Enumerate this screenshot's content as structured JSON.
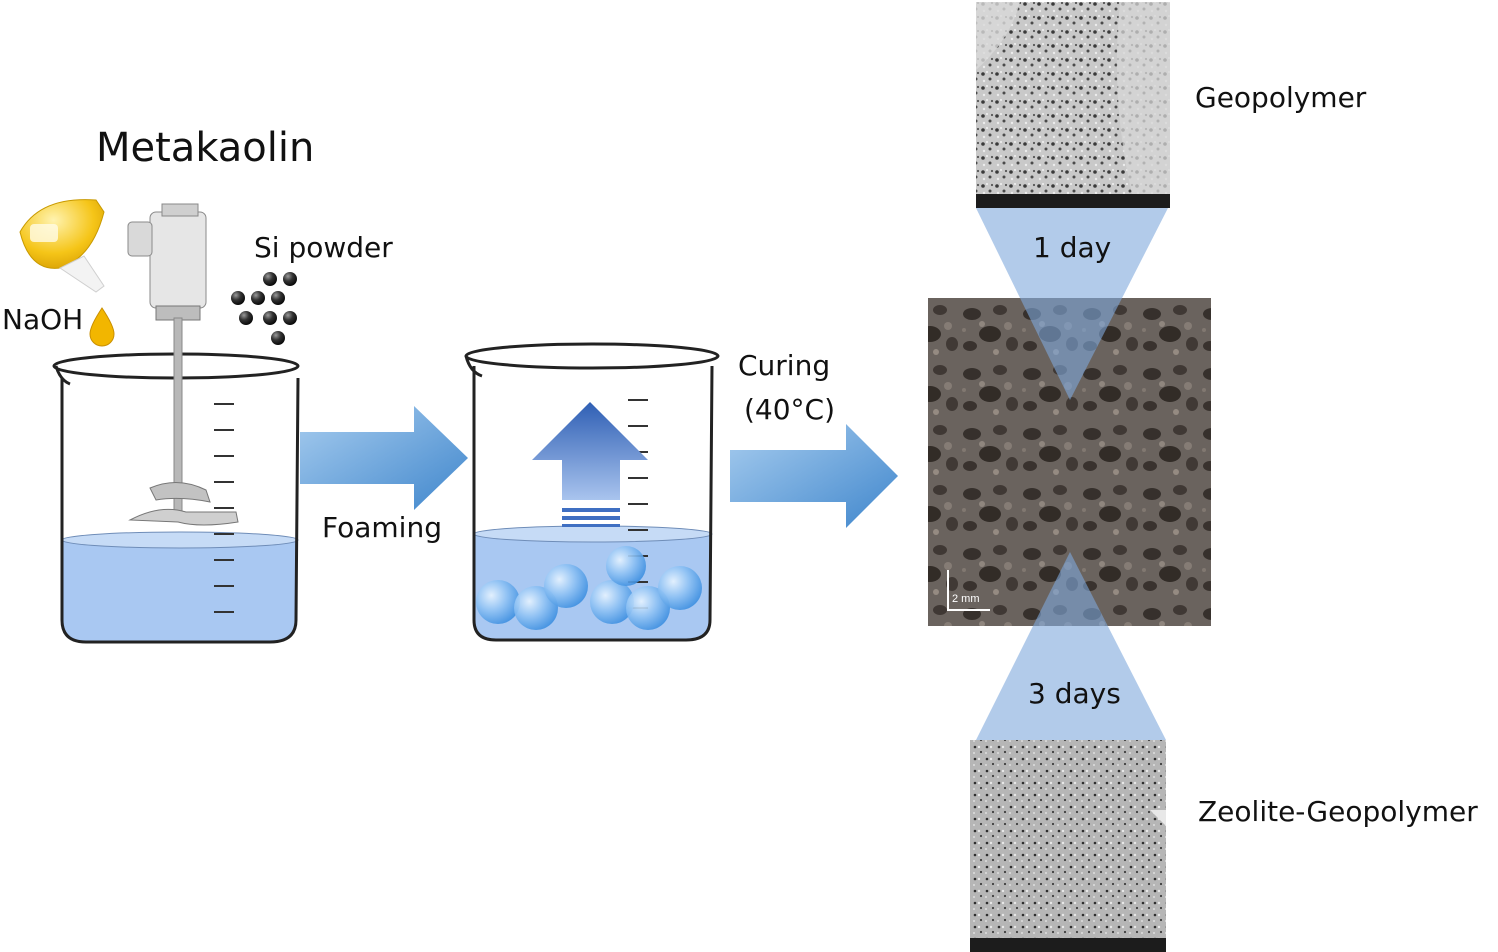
{
  "labels": {
    "metakaolin": "Metakaolin",
    "si_powder": "Si powder",
    "naoh": "NaOH",
    "foaming": "Foaming",
    "curing": "Curing",
    "curing_temp": "(40°C)",
    "geopolymer": "Geopolymer",
    "zeolite_geopolymer": "Zeolite-Geopolymer",
    "one_day": "1 day",
    "three_days": "3 days",
    "scale_bar": "2 mm"
  },
  "colors": {
    "liquid": "#a9c8f2",
    "arrow_blue": "#4a8ecf",
    "up_arrow": "#3f6fc2",
    "funnel": "#9ec2e6",
    "foam_grey": "#5d5a57",
    "sem_grey": "#b8b8b8",
    "naoh_yellow": "#f2b600"
  },
  "icons": [
    "reagent-bottle-icon",
    "stirrer-motor-icon",
    "oil-drop-icon",
    "powder-particles-icon",
    "bubble-icon"
  ]
}
